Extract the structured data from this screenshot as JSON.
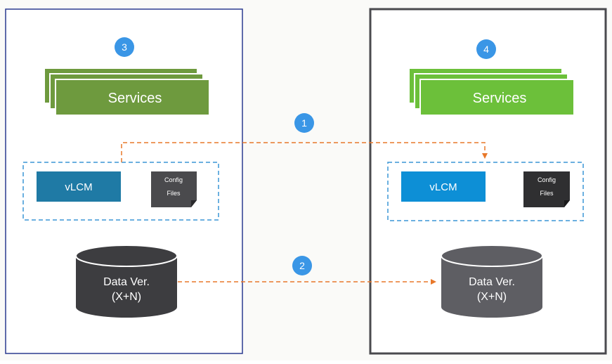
{
  "steps": [
    "1",
    "2",
    "3",
    "4"
  ],
  "source": {
    "services_label": "Services",
    "vlcm_label": "vLCM",
    "config_line1": "Config",
    "config_line2": "Files",
    "data_line1": "Data Ver.",
    "data_line2": "(X+N)"
  },
  "target": {
    "services_label": "Services",
    "vlcm_label": "vLCM",
    "config_line1": "Config",
    "config_line2": "Files",
    "data_line1": "Data Ver.",
    "data_line2": "(X+N)"
  },
  "colors": {
    "source_border": "#2b3a8f",
    "target_border": "#4a4a4e",
    "source_services": "#6e9a3e",
    "target_services": "#6cc03a",
    "source_vlcm": "#1f7aa5",
    "target_vlcm": "#0d8fd6",
    "config_dark": "#2f2f31",
    "config_source": "#4a4a4d",
    "db_source": "#3d3d40",
    "db_target": "#5e5e63",
    "step_badge": "#3a96e6",
    "dashed_box": "#3a96d6",
    "arrow": "#e8782a"
  }
}
